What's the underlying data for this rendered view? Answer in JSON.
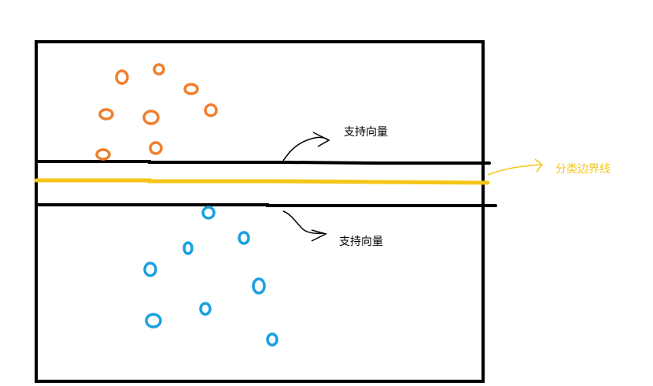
{
  "labels": {
    "upper_support": "支持向量",
    "boundary": "分类边界线",
    "lower_support": "支持向量"
  },
  "colors": {
    "frame": "#000000",
    "support_line": "#000000",
    "boundary_line": "#f5c518",
    "boundary_label": "#f5c518",
    "class_a": "#f07f2f",
    "class_b": "#1aa0e0"
  },
  "icons": {
    "class_a_marker": "orange-ring-icon",
    "class_b_marker": "blue-ring-icon"
  }
}
